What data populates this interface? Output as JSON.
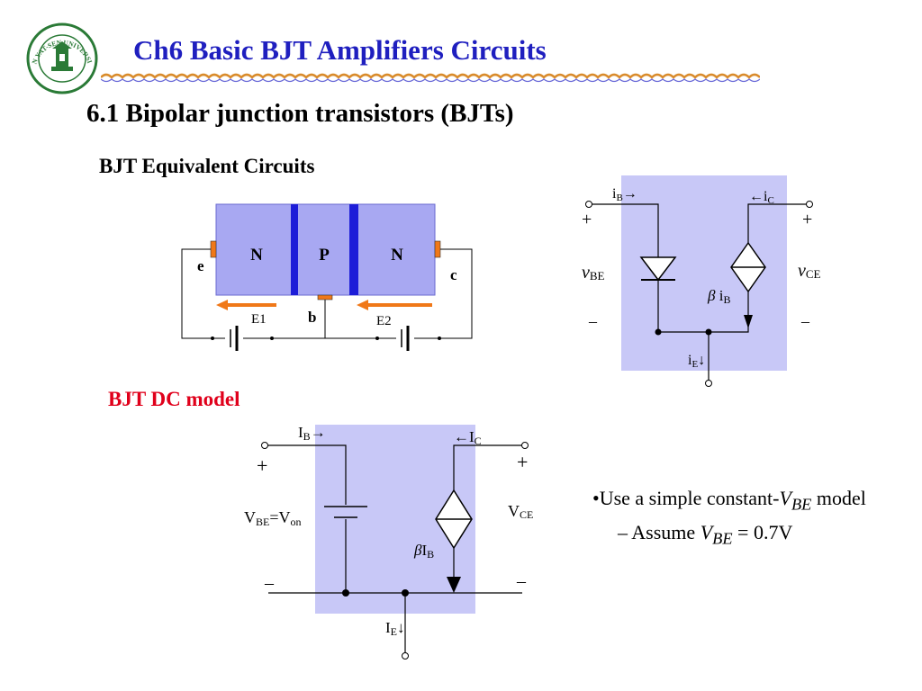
{
  "header": {
    "title": "Ch6 Basic BJT Amplifiers Circuits",
    "logo_text": "SUN YAT-SEN UNIVERSITY"
  },
  "section_title": "6.1 Bipolar junction transistors (BJTs)",
  "equiv_heading": "BJT Equivalent Circuits",
  "dc_heading": "BJT DC model",
  "bjt_diagram": {
    "regions": [
      "N",
      "P",
      "N"
    ],
    "emitter": "e",
    "collector": "c",
    "base": "b",
    "field_left": "E1",
    "field_right": "E2"
  },
  "equiv_circuit": {
    "ib": "i",
    "ib_sub": "B",
    "ic": "i",
    "ic_sub": "C",
    "ie": "i",
    "ie_sub": "E",
    "vbe": "v",
    "vbe_sub": "BE",
    "vce": "v",
    "vce_sub": "CE",
    "beta": "β",
    "beta_i": " i",
    "beta_sub": "B",
    "plus": "+",
    "minus": "–"
  },
  "dc_circuit": {
    "ib": "I",
    "ib_sub": "B",
    "ic": "I",
    "ic_sub": "C",
    "ie": "I",
    "ie_sub": "E",
    "vbe": "V",
    "vbe_sub": "BE",
    "eq": "=",
    "von": "V",
    "von_sub": "on",
    "vce": "V",
    "vce_sub": "CE",
    "beta": "β",
    "beta_i": "I",
    "beta_sub": "B",
    "plus": "+",
    "minus": "–"
  },
  "bullets": {
    "line1_a": "•Use a simple constant-",
    "line1_v": "V",
    "line1_sub": "BE",
    "line1_b": " model",
    "line2_a": "– Assume ",
    "line2_v": "V",
    "line2_sub": "BE",
    "line2_b": " = 0.7V"
  },
  "colors": {
    "title": "#1f1fbf",
    "dc_heading": "#e0001b",
    "bg_shade": "#c8c8f7",
    "region": "#a8a8f2",
    "junction": "#1d1dd8",
    "arrow": "#f07818",
    "logo_green": "#2a7a36"
  }
}
